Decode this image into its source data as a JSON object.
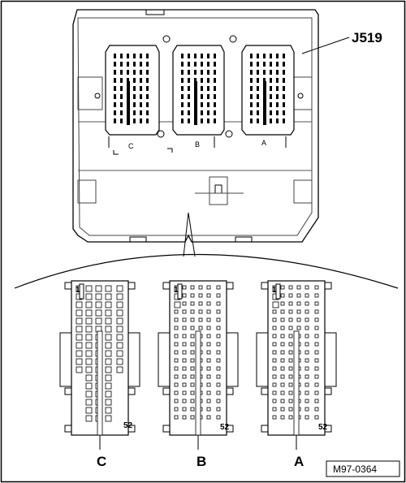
{
  "component_label": "J519",
  "housing_letters": {
    "c": "C",
    "b": "B",
    "a": "A"
  },
  "connectors": [
    {
      "letter": "C",
      "pin_first": "1",
      "pin_last": "52"
    },
    {
      "letter": "B",
      "pin_first": "1",
      "pin_last": "52"
    },
    {
      "letter": "A",
      "pin_first": "1",
      "pin_last": "52"
    }
  ],
  "figure_ref": "M97-0364"
}
